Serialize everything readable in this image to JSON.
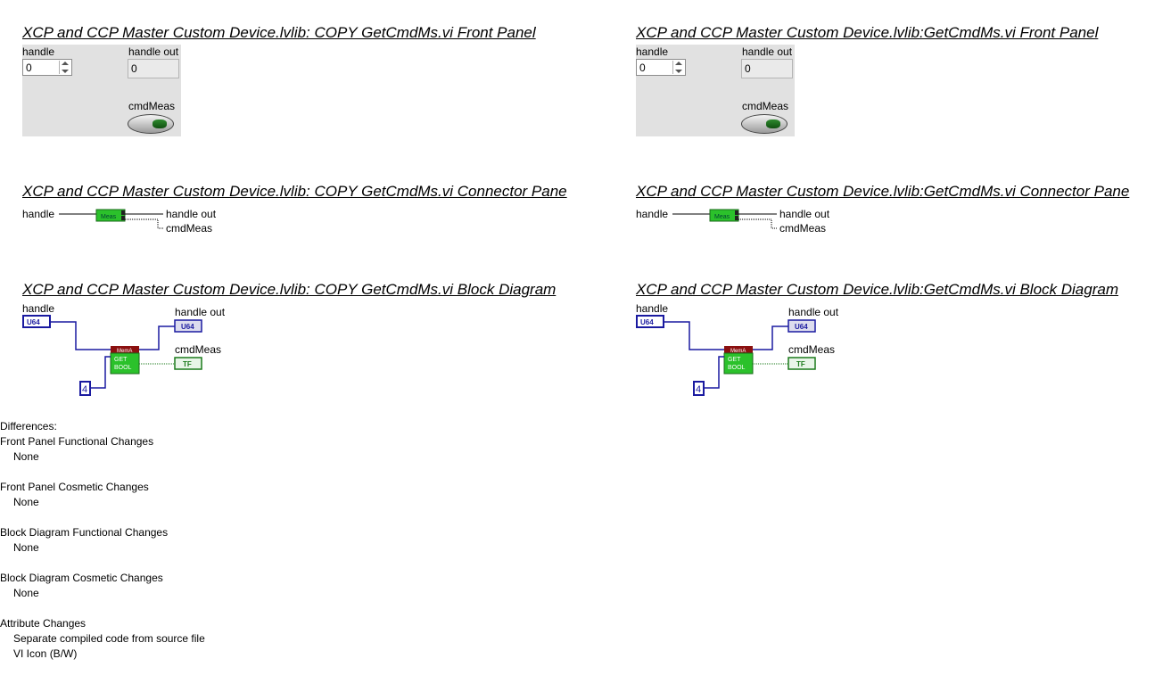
{
  "left": {
    "front_panel_title": "XCP and CCP Master Custom Device.lvlib:  COPY  GetCmdMs.vi Front Panel",
    "connector_title": "XCP and CCP Master Custom Device.lvlib:  COPY  GetCmdMs.vi Connector Pane",
    "block_title": "XCP and CCP Master Custom Device.lvlib:  COPY  GetCmdMs.vi Block Diagram"
  },
  "right": {
    "front_panel_title": "XCP and CCP Master Custom Device.lvlib:GetCmdMs.vi Front Panel",
    "connector_title": "XCP and CCP Master Custom Device.lvlib:GetCmdMs.vi Connector Pane",
    "block_title": "XCP and CCP Master Custom Device.lvlib:GetCmdMs.vi Block Diagram"
  },
  "front_panel": {
    "handle_label": "handle",
    "handle_value": "0",
    "handle_out_label": "handle out",
    "handle_out_value": "0",
    "cmd_label": "cmdMeas"
  },
  "connector": {
    "handle_label": "handle",
    "handle_out_label": "handle out",
    "cmd_label": "cmdMeas",
    "icon_text": "Meas"
  },
  "block": {
    "handle_label": "handle",
    "handle_out_label": "handle out",
    "cmd_label": "cmdMeas",
    "u64_text": "U64",
    "tf_text": "TF",
    "const_value": "4",
    "node_header": "MemA",
    "node_line1": "GET",
    "node_line2": "BOOL"
  },
  "differences": {
    "heading": "Differences:",
    "sections": [
      {
        "title": "Front Panel Functional Changes",
        "items": [
          "None"
        ]
      },
      {
        "title": "Front Panel Cosmetic Changes",
        "items": [
          "None"
        ]
      },
      {
        "title": "Block Diagram Functional Changes",
        "items": [
          "None"
        ]
      },
      {
        "title": "Block Diagram Cosmetic Changes",
        "items": [
          "None"
        ]
      },
      {
        "title": "Attribute Changes",
        "items": [
          "Separate compiled code from source file",
          "VI Icon (B/W)"
        ]
      }
    ]
  },
  "colors": {
    "panel_bg": "#e1e1e1",
    "wire_blue": "#1a1aa0",
    "bool_green": "#1a7a1a",
    "node_green": "#2bc12b",
    "node_header": "#8b1010"
  }
}
